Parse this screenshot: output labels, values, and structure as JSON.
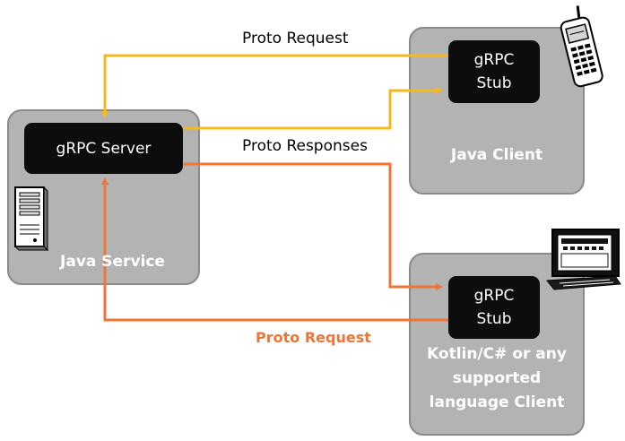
{
  "colors": {
    "request_top": "#F5B91E",
    "response_path": "#F5B91E",
    "request_bottom": "#EE7536",
    "panel_fill": "#B3B3B3",
    "box_fill": "#0D0D0D"
  },
  "java_service": {
    "server_box": {
      "label": "gRPC Server"
    },
    "panel_label": "Java Service",
    "icon": "server-tower-icon"
  },
  "java_client": {
    "stub_box": {
      "line1": "gRPC",
      "line2": "Stub"
    },
    "panel_label": "Java Client",
    "icon": "mobile-phone-icon"
  },
  "other_client": {
    "stub_box": {
      "line1": "gRPC",
      "line2": "Stub"
    },
    "panel_label": {
      "line1": "Kotlin/C# or any",
      "line2": "supported",
      "line3": "language Client"
    },
    "icon": "desktop-computer-icon"
  },
  "edges": {
    "top_request": "Proto Request",
    "responses": "Proto Responses",
    "bottom_request": "Proto Request"
  }
}
